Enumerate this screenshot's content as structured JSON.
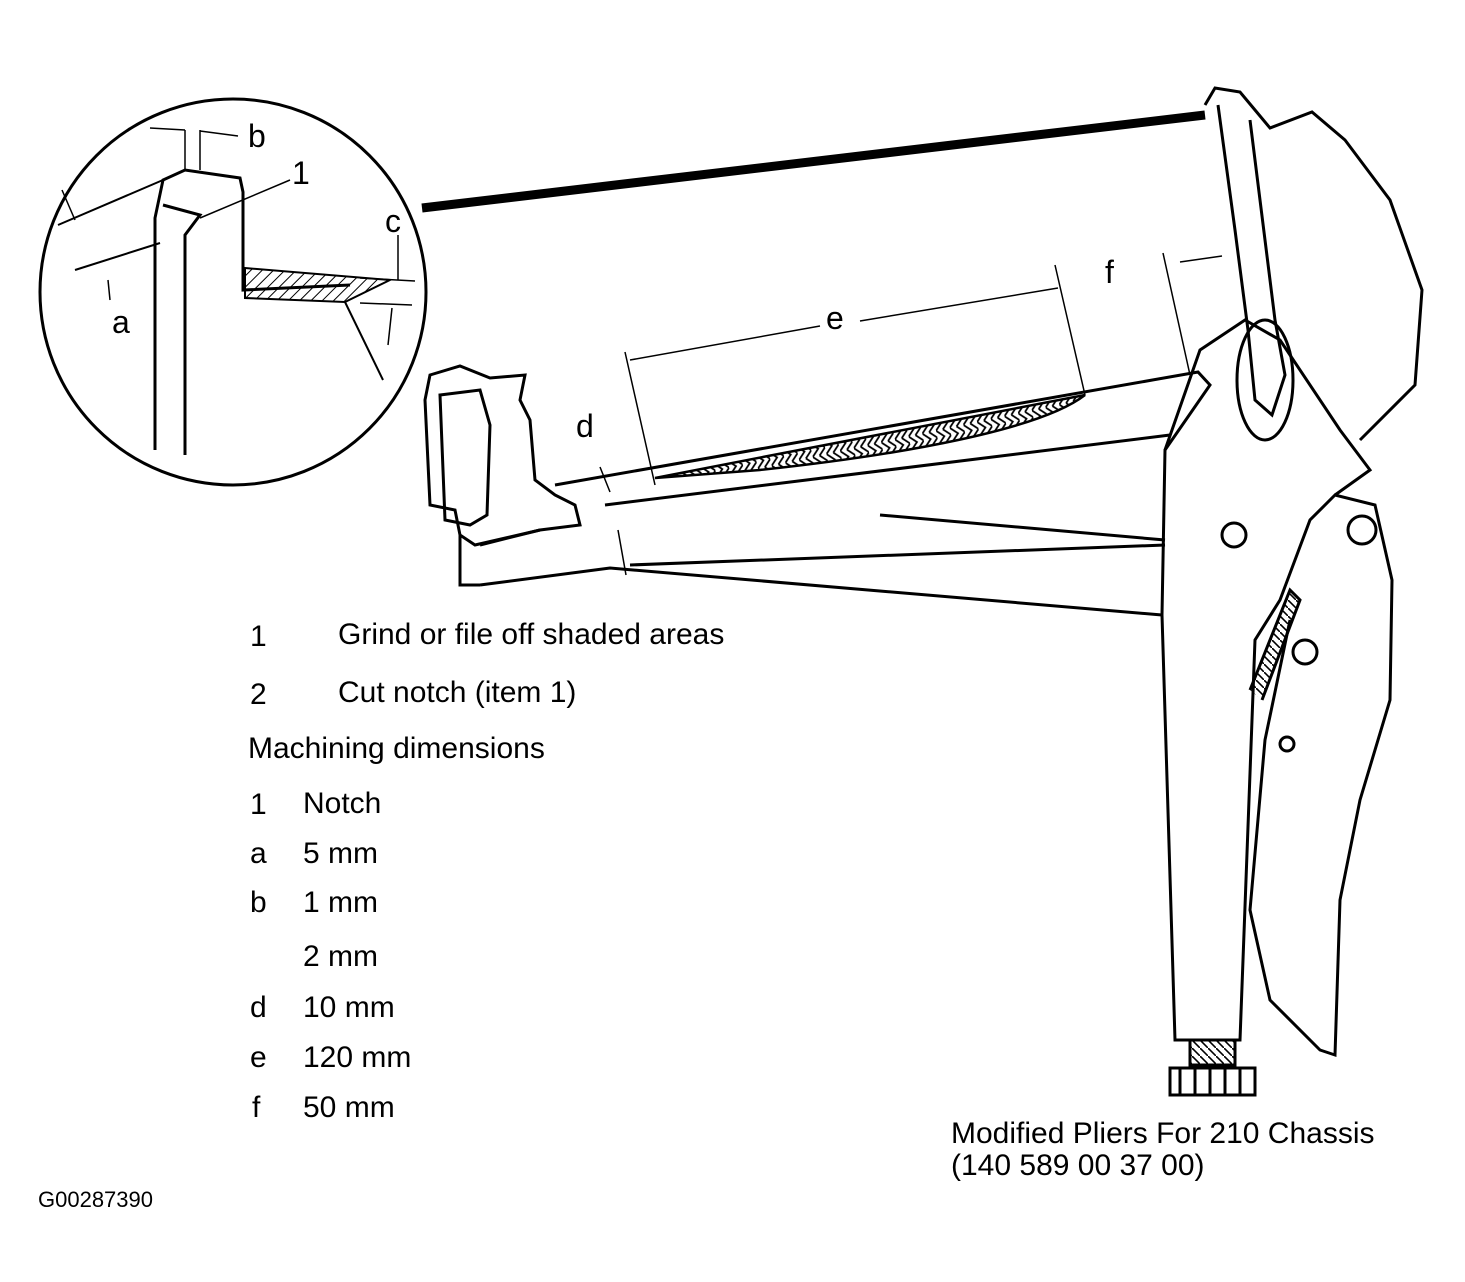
{
  "callouts": {
    "a": "a",
    "b": "b",
    "c": "c",
    "d": "d",
    "e": "e",
    "f": "f",
    "one": "1"
  },
  "legend": {
    "steps": [
      {
        "num": "1",
        "text": "Grind or file off shaded areas"
      },
      {
        "num": "2",
        "text": "Cut notch (item 1)"
      }
    ],
    "heading": "Machining dimensions",
    "dims": [
      {
        "key": "1",
        "value": "Notch"
      },
      {
        "key": "a",
        "value": "5 mm"
      },
      {
        "key": "b",
        "value": "1 mm"
      },
      {
        "key": "",
        "value": "2 mm"
      },
      {
        "key": "d",
        "value": "10 mm"
      },
      {
        "key": "e",
        "value": "120 mm"
      },
      {
        "key": "f",
        "value": "50 mm"
      }
    ]
  },
  "caption": {
    "line1": "Modified Pliers For 210 Chassis",
    "line2": "(140 589 00 37 00)"
  },
  "figure_code": "G00287390"
}
